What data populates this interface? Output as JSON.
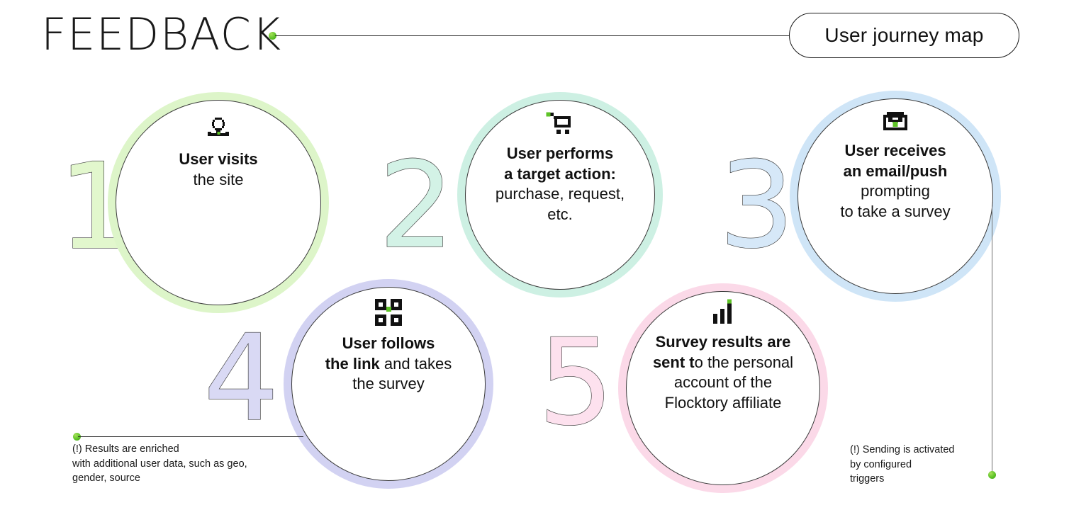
{
  "header": {
    "title": "FEEDBACK",
    "badge_label": "User journey map",
    "connector_dot": "green-dot"
  },
  "colors": {
    "accent_dot": "#5ec327",
    "step1_ring": "#ddf5c9",
    "step1_num_fill": "#e2f7cd",
    "step2_ring": "#cdf0e3",
    "step2_num_fill": "#d3f2e6",
    "step3_ring": "#cfe5f7",
    "step3_num_fill": "#d6e8f8",
    "step4_ring": "#d2d2f2",
    "step4_num_fill": "#d9d9f4",
    "step5_ring": "#fbd9e8",
    "step5_num_fill": "#fde1ee",
    "text": "#111111",
    "line": "#2b2b2b"
  },
  "steps": [
    {
      "number": "1",
      "icon": "user-avatar-icon",
      "bold": "User visits",
      "rest": "the site",
      "lines": [
        "User visits",
        "the site"
      ]
    },
    {
      "number": "2",
      "icon": "shopping-cart-icon",
      "bold": "User performs a target action:",
      "rest": "purchase, request, etc.",
      "lines": [
        "User performs",
        "a target action:",
        "purchase, request,",
        "etc."
      ]
    },
    {
      "number": "3",
      "icon": "envelope-mail-icon",
      "bold": "User receives an email/push",
      "rest": "prompting to take a survey",
      "lines": [
        "User receives",
        "an email/push",
        "prompting",
        "to take a survey"
      ]
    },
    {
      "number": "4",
      "icon": "qr-grid-icon",
      "bold": "User follows the link",
      "rest": "and takes the survey",
      "lines": [
        "User follows",
        "the link and takes",
        "the survey"
      ]
    },
    {
      "number": "5",
      "icon": "bar-chart-icon",
      "bold": "Survey results are sent t",
      "rest": "o the personal account of the Flocktory affiliate",
      "lines": [
        "Survey results are",
        "sent to the personal",
        "account of the",
        "Flocktory affiliate"
      ]
    }
  ],
  "notes": {
    "left": "(!) Results are enriched\nwith additional user data, such as geo,\ngender, source",
    "right": "(!) Sending is activated\nby configured\ntriggers"
  }
}
